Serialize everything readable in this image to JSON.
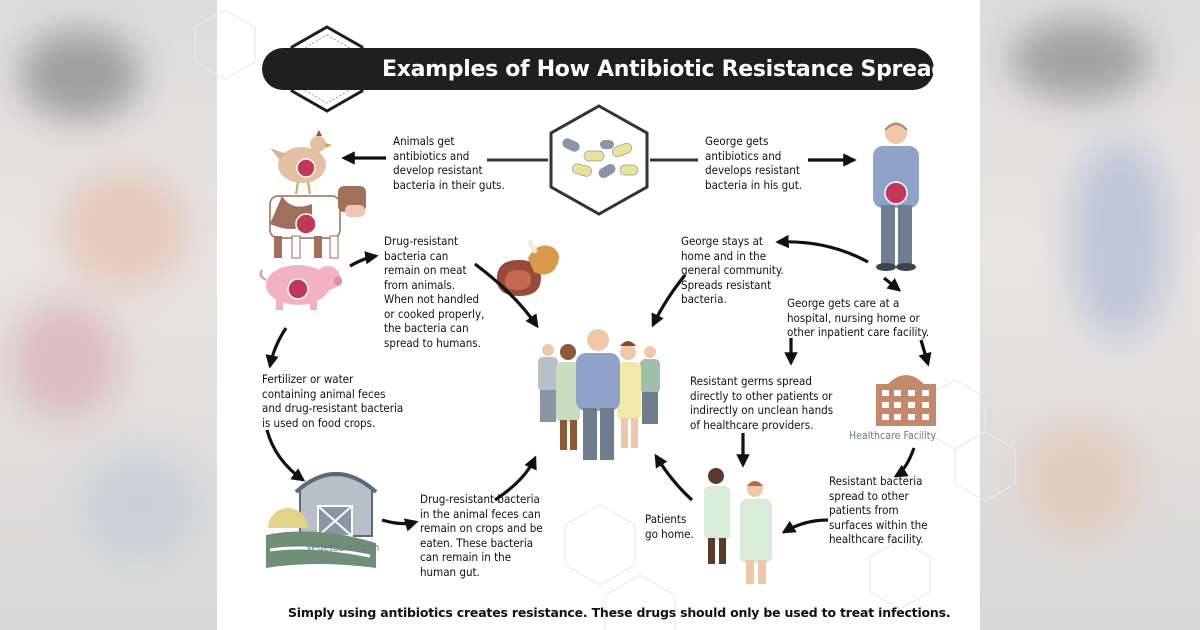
{
  "title": "Examples of How Antibiotic Resistance Spreads",
  "footer": "Simply using antibiotics creates resistance.  These drugs should only be used to treat infections.",
  "nodes": {
    "animals_get": "Animals get\nantibiotics and\ndevelop resistant\nbacteria in their guts.",
    "george_gets": "George gets\nantibiotics and\ndevelops resistant\nbacteria in his gut.",
    "meat": "Drug-resistant\nbacteria can\nremain on meat\nfrom animals.\nWhen not handled\nor cooked properly,\nthe bacteria can\nspread to humans.",
    "george_stays": "George stays at\nhome and in the\ngeneral community.\nSpreads resistant\nbacteria.",
    "george_care": "George gets care at a\nhospital, nursing home or\nother inpatient care facility.",
    "fertilizer": "Fertilizer or water\ncontaining animal feces\nand drug-resistant bacteria\nis used on food crops.",
    "germs_spread": "Resistant germs spread\ndirectly to other patients or\nindirectly on unclean hands\nof healthcare providers.",
    "crops": "Drug-resistant bacteria\nin the animal feces can\nremain on crops and be\neaten. These bacteria\ncan remain in the\nhuman gut.",
    "patients_home": "Patients\ngo home.",
    "surfaces": "Resistant bacteria\nspread to other\npatients from\nsurfaces within the\nhealthcare facility."
  },
  "labels": {
    "healthcare_facility": "Healthcare Facility",
    "vegetable_farm": "Vegetable Farm"
  },
  "colors": {
    "banner": "#1f1f1f",
    "arrow": "#111111",
    "bacteria": "#c0395a",
    "building": "#c4896a",
    "skin": "#f0c7a8",
    "shirt": "#8fa3c8",
    "pants": "#6f7e8e",
    "pill_yellow": "#e7e29c",
    "pill_gray": "#8a96a8"
  },
  "icons": [
    "pill-capsule-icon",
    "pills-icon",
    "chicken-icon",
    "cow-icon",
    "pig-icon",
    "meat-icon",
    "farm-barn-icon",
    "hospital-building-icon",
    "person-icon",
    "crowd-icon",
    "patients-icon"
  ]
}
